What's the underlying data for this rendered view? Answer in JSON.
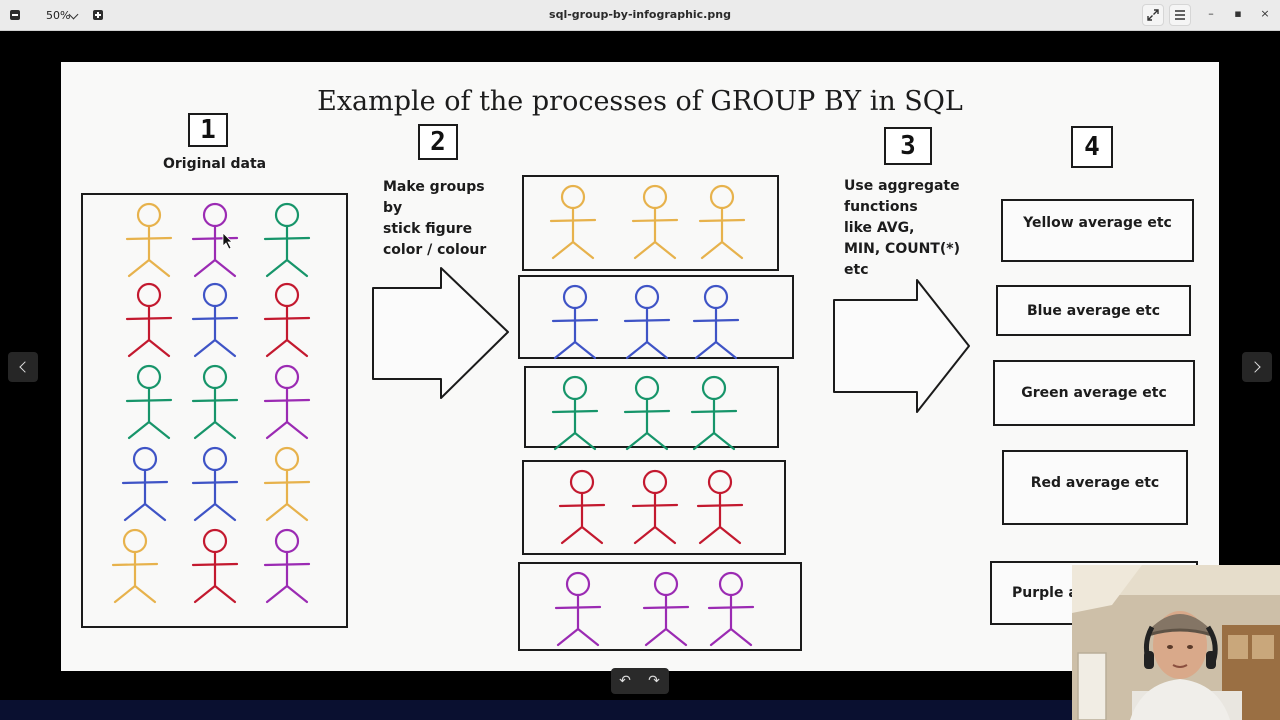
{
  "toolbar": {
    "zoom_value": "50%",
    "window_title": "sql-group-by-infographic.png",
    "zoom_out_icon": "minus-icon",
    "zoom_in_icon": "plus-icon",
    "expand_icon": "expand-icon",
    "menu_icon": "hamburger-menu-icon"
  },
  "window_controls": {
    "minimize": "–",
    "maximize": "▪",
    "close": "×"
  },
  "image": {
    "title": "Example of the processes of GROUP BY in SQL",
    "steps": [
      {
        "number": "1",
        "label": "Original data"
      },
      {
        "number": "2",
        "lines": [
          "Make groups",
          "by",
          "stick figure",
          "color / colour"
        ]
      },
      {
        "number": "3",
        "lines": [
          "Use aggregate",
          "functions",
          "like AVG,",
          "MIN, COUNT(*)",
          "etc"
        ]
      },
      {
        "number": "4"
      }
    ],
    "results": [
      "Yellow average etc",
      "Blue average etc",
      "Green average etc",
      "Red average etc",
      "Purple average etc"
    ],
    "colors": {
      "yellow": "#e7b24c",
      "purple": "#9b2bb3",
      "green": "#17956a",
      "red": "#c3192f",
      "blue": "#3f54c6"
    },
    "original_grid": [
      [
        "yellow",
        "purple",
        "green"
      ],
      [
        "red",
        "blue",
        "red"
      ],
      [
        "green",
        "green",
        "purple"
      ],
      [
        "blue",
        "blue",
        "yellow"
      ],
      [
        "yellow",
        "red",
        "purple"
      ]
    ],
    "groups": [
      "yellow",
      "blue",
      "green",
      "red",
      "purple"
    ]
  },
  "viewer": {
    "prev_icon": "chevron-left-icon",
    "next_icon": "chevron-right-icon",
    "rotate_left_icon": "rotate-left-icon",
    "rotate_right_icon": "rotate-right-icon",
    "rotate_left_glyph": "↶",
    "rotate_right_glyph": "↷"
  }
}
